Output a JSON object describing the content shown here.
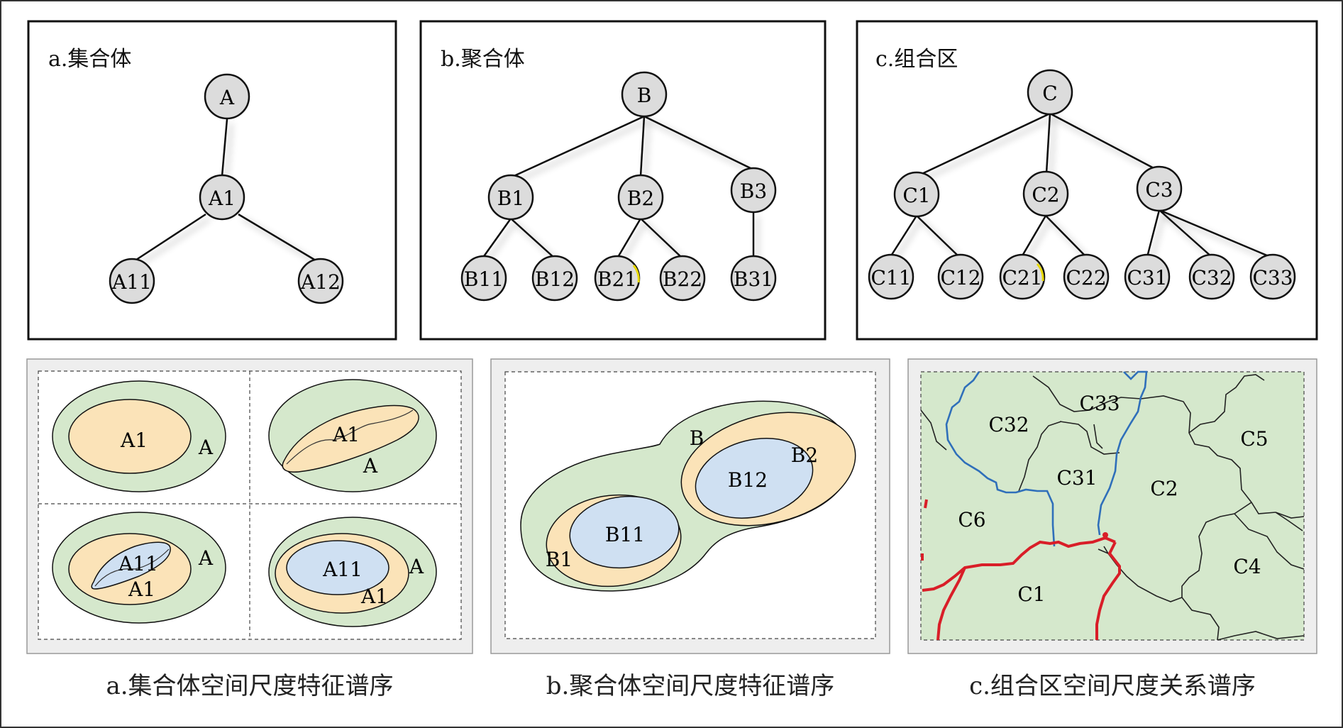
{
  "top_panels": {
    "a": {
      "title": "a.集合体",
      "nodes": {
        "A": "A",
        "A1": "A1",
        "A11": "A11",
        "A12": "A12"
      }
    },
    "b": {
      "title": "b.聚合体",
      "nodes": {
        "B": "B",
        "B1": "B1",
        "B2": "B2",
        "B3": "B3",
        "B11": "B11",
        "B12": "B12",
        "B21": "B21",
        "B22": "B22",
        "B31": "B31"
      }
    },
    "c": {
      "title": "c.组合区",
      "nodes": {
        "C": "C",
        "C1": "C1",
        "C2": "C2",
        "C3": "C3",
        "C11": "C11",
        "C12": "C12",
        "C21": "C21",
        "C22": "C22",
        "C31": "C31",
        "C32": "C32",
        "C33": "C33"
      }
    }
  },
  "bottom_panels": {
    "a": {
      "cell1": {
        "inner": "A1",
        "outer": "A"
      },
      "cell2": {
        "inner": "A1",
        "outer": "A"
      },
      "cell3": {
        "innermost": "A11",
        "inner": "A1",
        "outer": "A"
      },
      "cell4": {
        "innermost": "A11",
        "inner": "A1",
        "outer": "A"
      }
    },
    "b": {
      "outer": "B",
      "b1": "B1",
      "b11": "B11",
      "b2": "B2",
      "b12": "B12"
    },
    "c": {
      "regions": {
        "C32": "C32",
        "C33": "C33",
        "C31": "C31",
        "C2": "C2",
        "C5": "C5",
        "C6": "C6",
        "C4": "C4",
        "C1": "C1"
      }
    }
  },
  "captions": {
    "a": "a.集合体空间尺度特征谱序",
    "b": "b.聚合体空间尺度特征谱序",
    "c": "c.组合区空间尺度关系谱序"
  },
  "colors": {
    "node_fill": "#dcdcdc",
    "green": "#d5e8cc",
    "orange": "#fbe3b8",
    "blue": "#cfe0f2",
    "panel_gray": "#eeeeee",
    "river": "#2f6fba",
    "road": "#d91e28"
  }
}
